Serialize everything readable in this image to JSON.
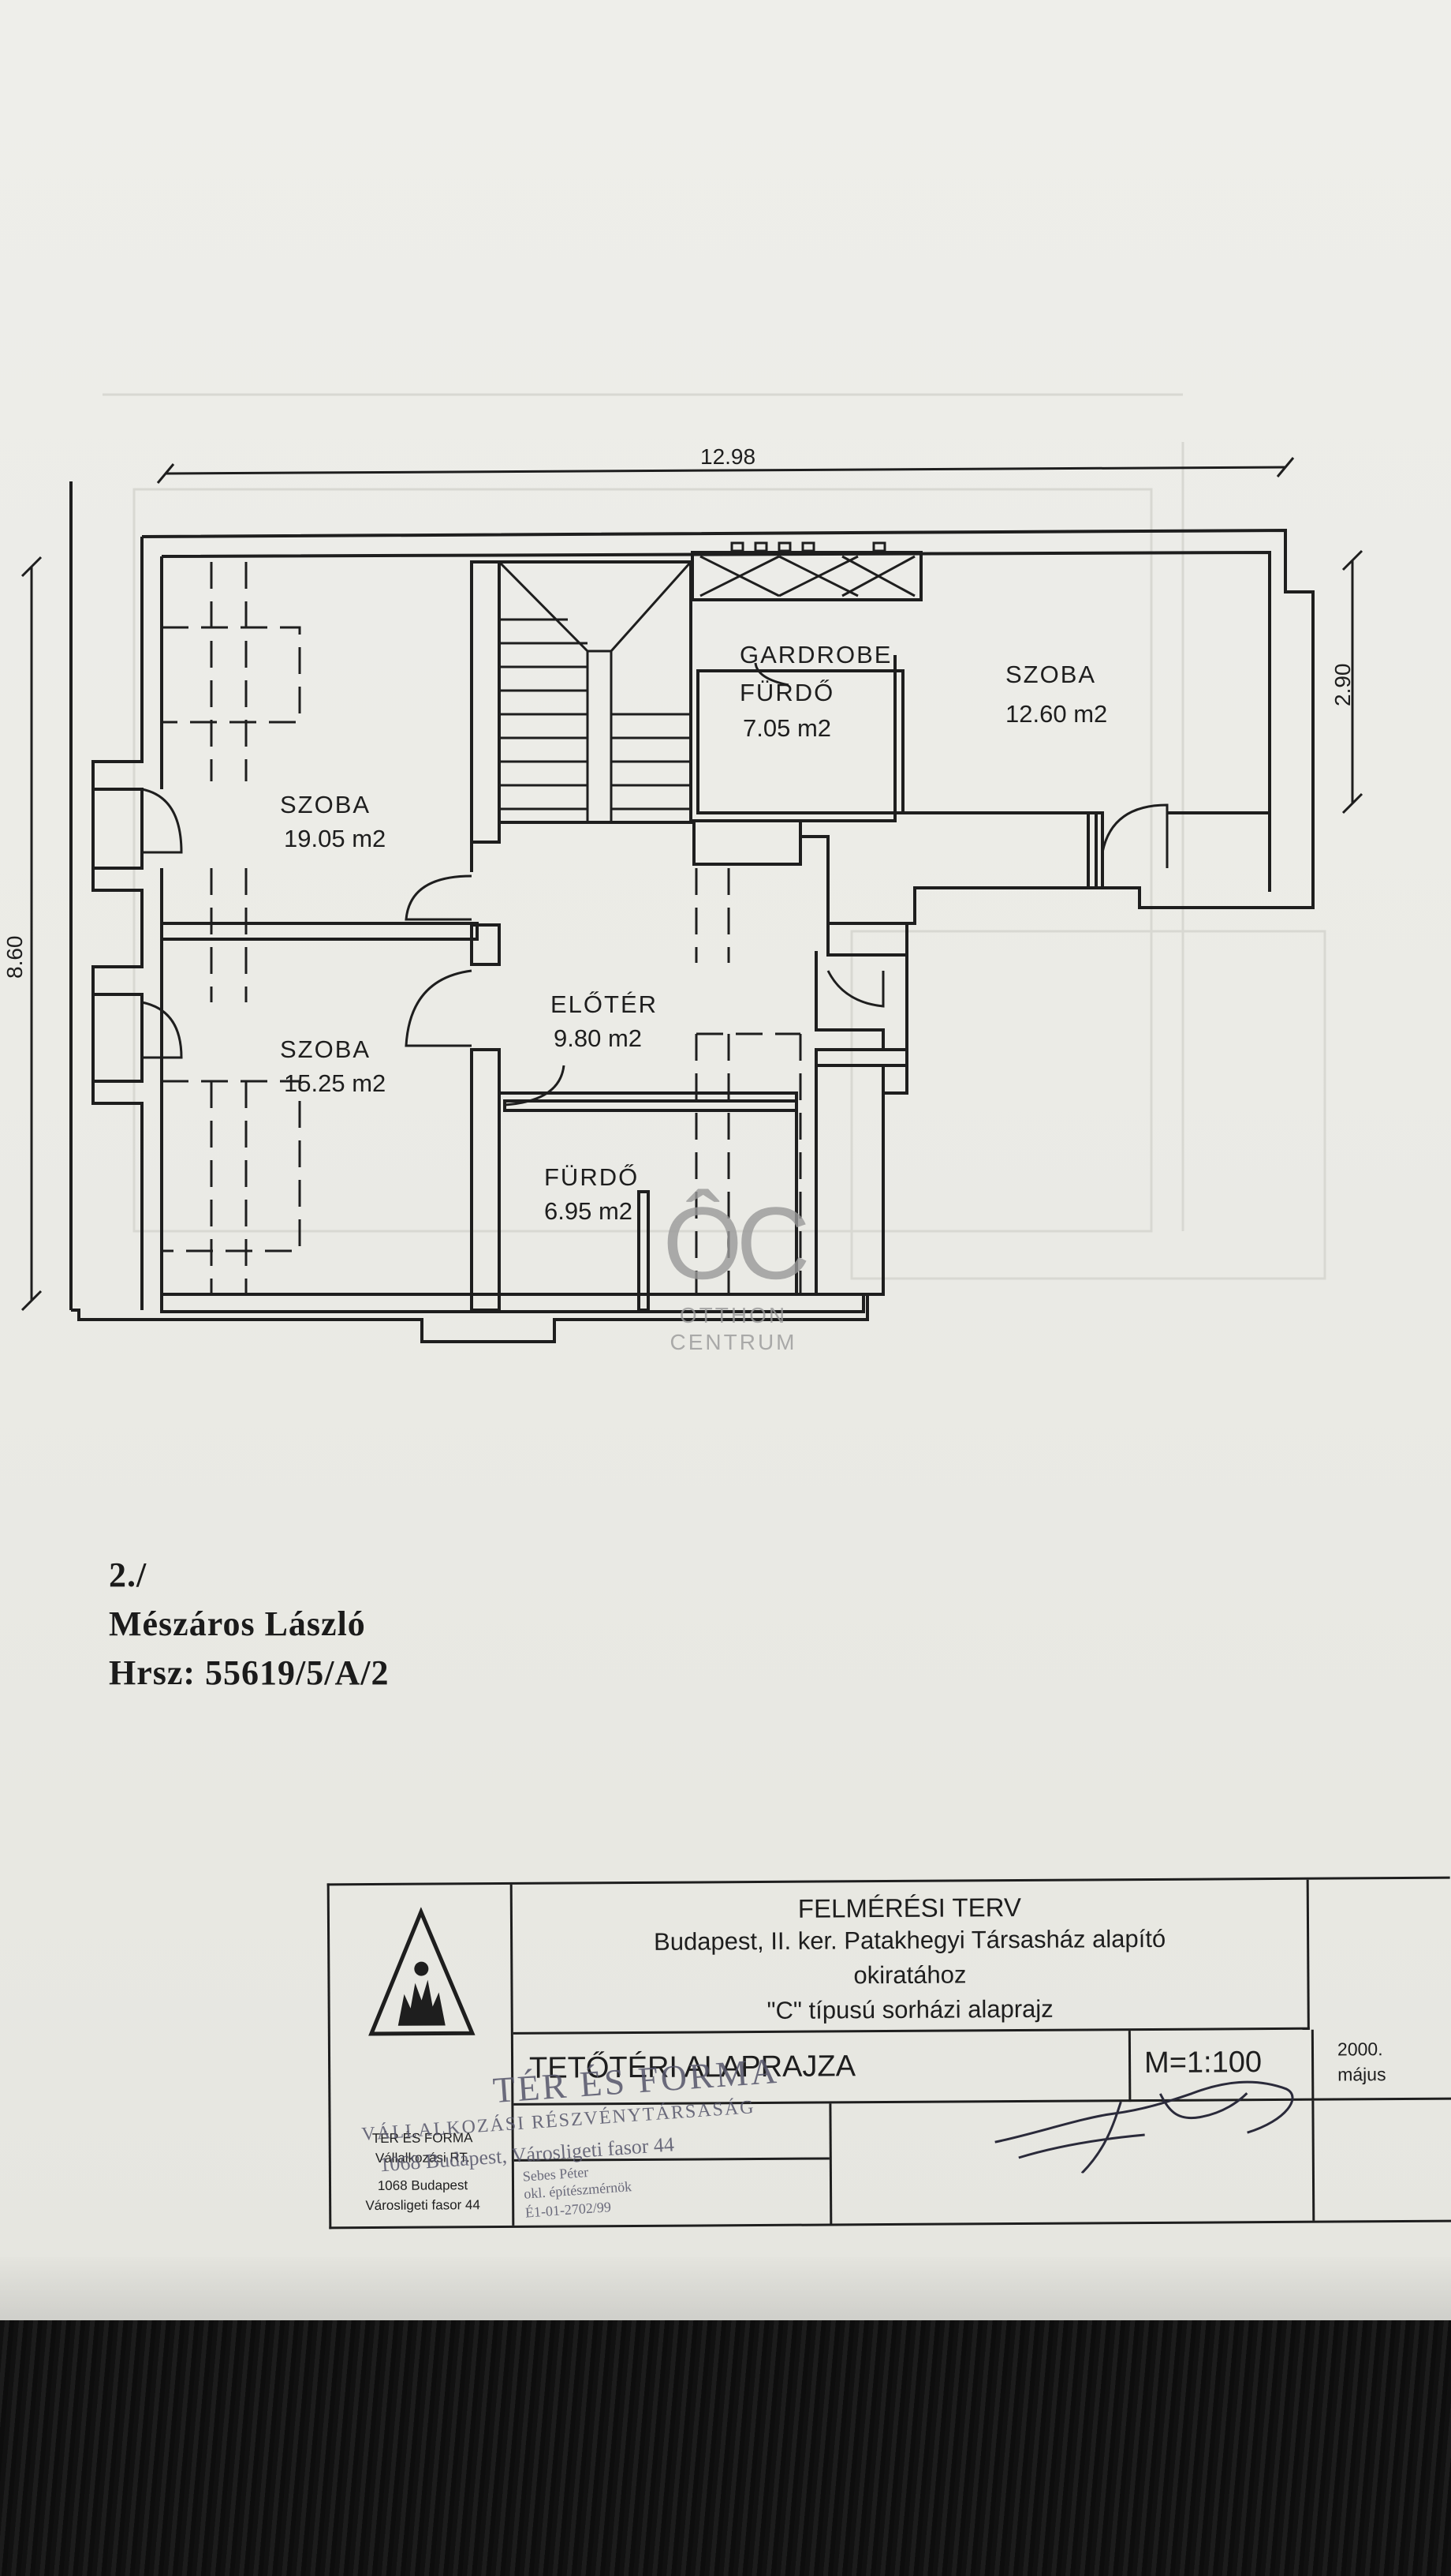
{
  "dimensions": {
    "width_total": "12.98",
    "height_total": "8.60",
    "right_offset": "2.90"
  },
  "rooms": [
    {
      "label": "SZOBA",
      "area": "19.05 m2"
    },
    {
      "label": "SZOBA",
      "area": "15.25 m2"
    },
    {
      "label": "GARDROBE",
      "area": ""
    },
    {
      "label": "FÜRDŐ",
      "area": "7.05 m2"
    },
    {
      "label": "SZOBA",
      "area": "12.60 m2"
    },
    {
      "label": "ELŐTÉR",
      "area": "9.80 m2"
    },
    {
      "label": "FÜRDŐ",
      "area": "6.95 m2"
    }
  ],
  "watermark": {
    "mark": "ÔC",
    "line1": "OTTHON",
    "line2": "CENTRUM"
  },
  "caption": {
    "number": "2./",
    "owner": "Mészáros László",
    "parcel": "Hrsz: 55619/5/A/2"
  },
  "title_block": {
    "plan_type": "FELMÉRÉSI TERV",
    "subtitle_1": "Budapest, II. ker. Patakhegyi Társasház alapító",
    "subtitle_2": "okiratához",
    "subtitle_3": "\"C\" típusú sorházi alaprajz",
    "drawing_name": "TETŐTÉRI ALAPRAJZA",
    "scale": "M=1:100",
    "date_year": "2000.",
    "date_month": "május",
    "company_name": "TÉR ÉS FORMA",
    "company_type": "Vállalkozási RT.",
    "company_city": "1068 Budapest",
    "company_street": "Városligeti fasor 44"
  },
  "stamp": {
    "line1": "TÉR ÉS FORMA",
    "line2": "VÁLLALKOZÁSI RÉSZVÉNYTÁRSASÁG",
    "line3": "1068 Budapest, Városligeti fasor 44",
    "line4": "Sebes Péter",
    "line5": "okl. építészmérnök",
    "line6": "É1-01-2702/99"
  }
}
